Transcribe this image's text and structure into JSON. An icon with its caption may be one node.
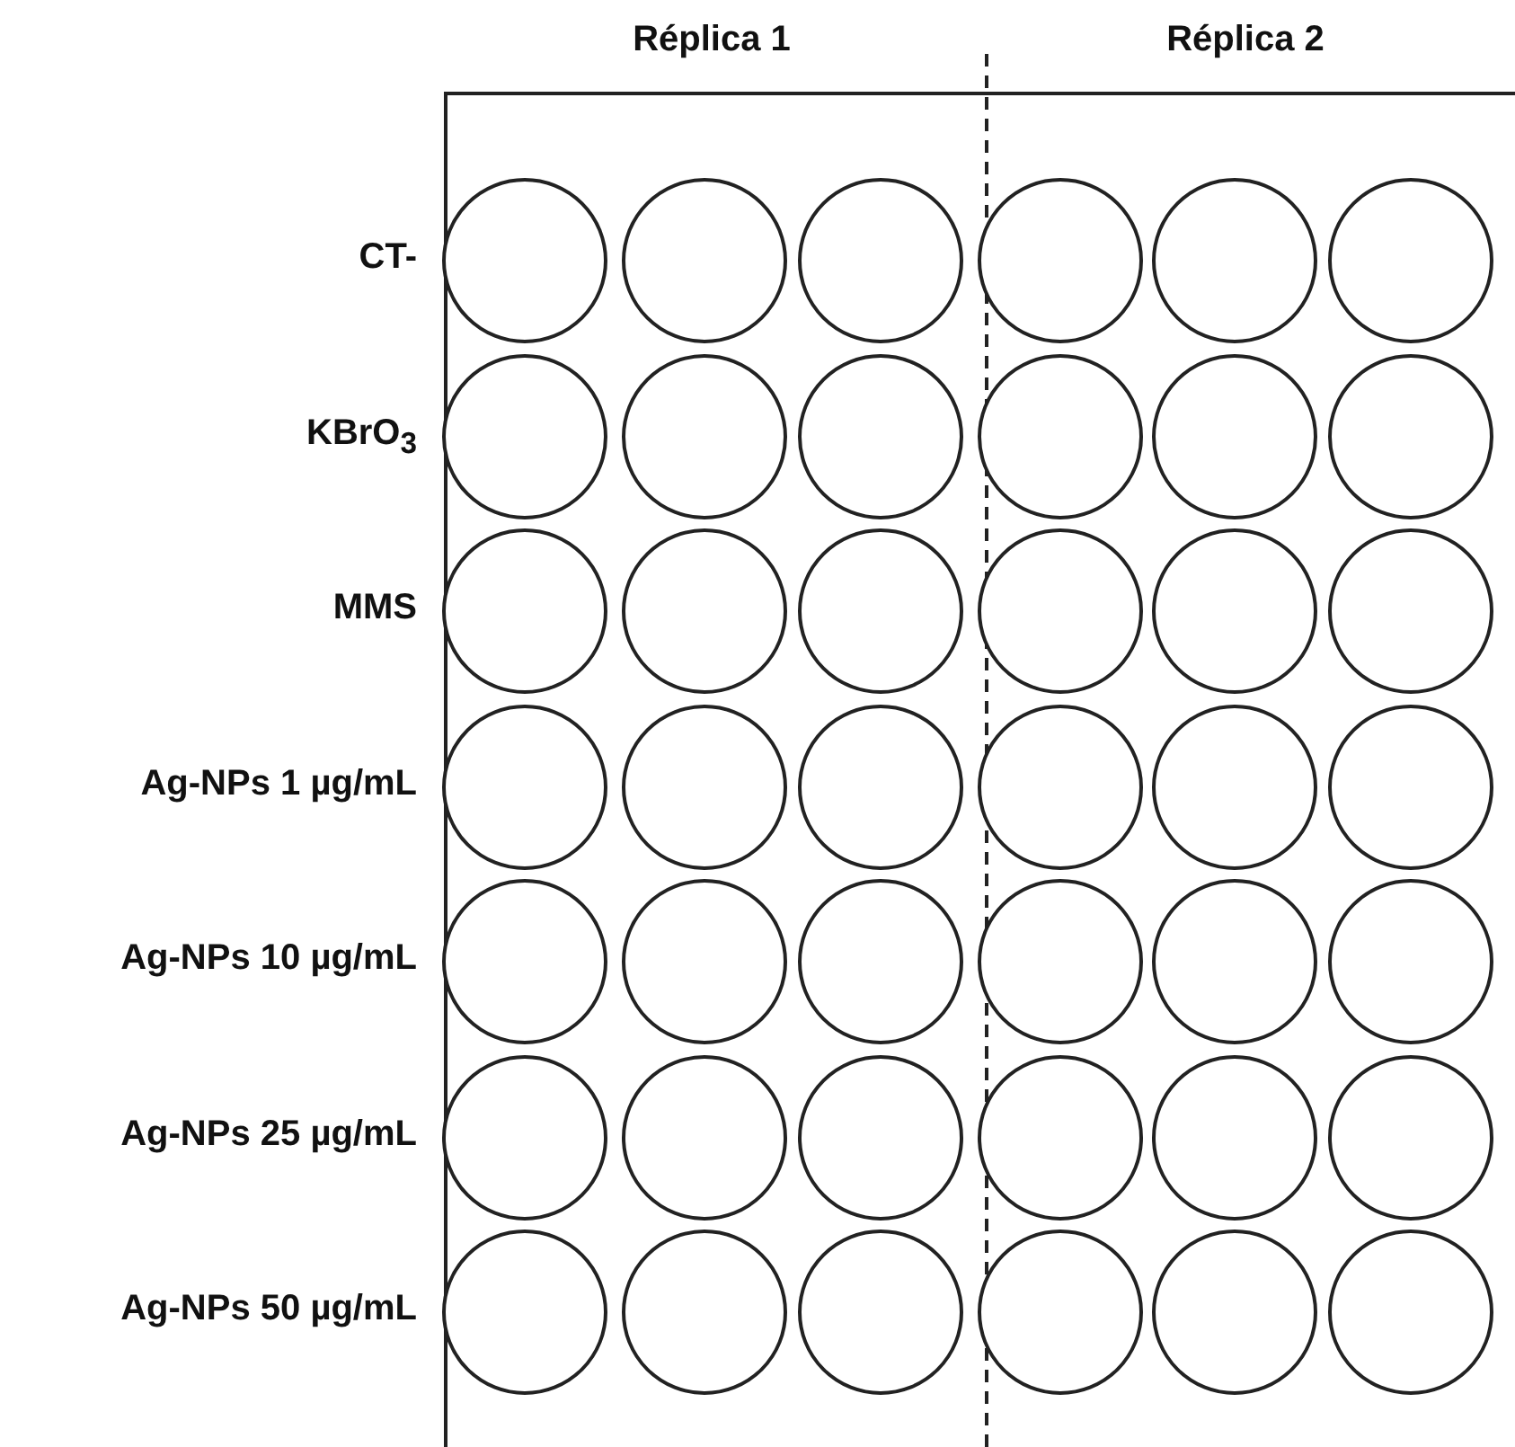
{
  "diagram": {
    "nodes": [
      {
        "text": [],
        "shape": "circle"
      },
      {
        "text": [],
        "shape": "circle"
      },
      {
        "text": [],
        "shape": "circle"
      },
      {
        "text": [],
        "shape": "circle"
      },
      {
        "text": [],
        "shape": "circle"
      },
      {
        "text": [],
        "shape": "circle"
      },
      {
        "text": [],
        "shape": "circle"
      },
      {
        "text": [],
        "shape": "circle"
      },
      {
        "text": [],
        "shape": "circle"
      },
      {
        "text": [],
        "shape": "circle"
      },
      {
        "text": [],
        "shape": "circle"
      },
      {
        "text": [],
        "shape": "circle"
      },
      {
        "text": [],
        "shape": "circle"
      },
      {
        "text": [],
        "shape": "circle"
      },
      {
        "text": [],
        "shape": "circle"
      },
      {
        "text": [],
        "shape": "circle"
      },
      {
        "text": [],
        "shape": "circle"
      },
      {
        "text": [],
        "shape": "circle"
      },
      {
        "text": [],
        "shape": "circle"
      },
      {
        "text": [],
        "shape": "circle"
      },
      {
        "text": [],
        "shape": "circle"
      },
      {
        "text": [],
        "shape": "circle"
      },
      {
        "text": [],
        "shape": "circle"
      },
      {
        "text": [],
        "shape": "circle"
      },
      {
        "text": [],
        "shape": "circle"
      },
      {
        "text": [],
        "shape": "circle"
      },
      {
        "text": [],
        "shape": "circle"
      },
      {
        "text": [],
        "shape": "circle"
      },
      {
        "text": [],
        "shape": "circle"
      },
      {
        "text": [],
        "shape": "circle"
      },
      {
        "text": [],
        "shape": "circle"
      },
      {
        "text": [],
        "shape": "circle"
      },
      {
        "text": [],
        "shape": "circle"
      },
      {
        "text": [],
        "shape": "circle"
      },
      {
        "text": [],
        "shape": "circle"
      },
      {
        "text": [],
        "shape": "circle"
      },
      {
        "text": [],
        "shape": "circle"
      },
      {
        "text": [],
        "shape": "circle"
      },
      {
        "text": [],
        "shape": "circle"
      },
      {
        "text": [],
        "shape": "circle"
      },
      {
        "text": [],
        "shape": "circle"
      },
      {
        "text": [],
        "shape": "circle"
      }
    ],
    "labels": [
      "Réplica 1",
      "Réplica 2",
      "CT-",
      "KBrO$_{3}$",
      "MMS",
      "Ag-NPs 1 µg/mL",
      "Ag-NPs 10 µg/mL",
      "Ag-NPs 25 µg/mL",
      "Ag-NPs 50 µg/mL"
    ]
  }
}
